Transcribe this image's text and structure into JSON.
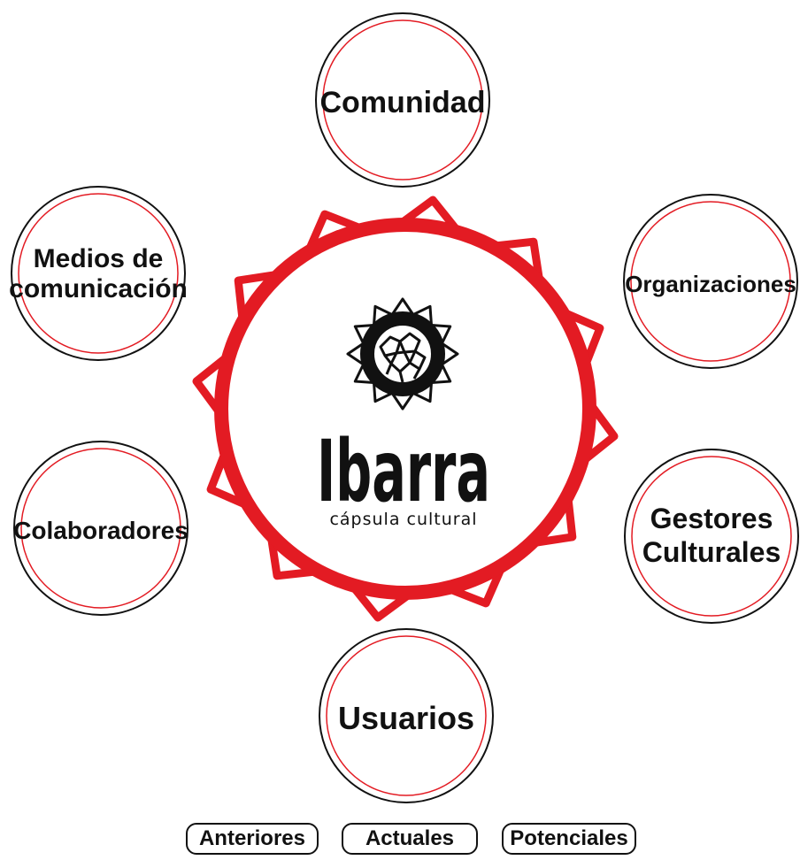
{
  "colors": {
    "accent": "#e31b23",
    "ink": "#111111",
    "background": "#ffffff"
  },
  "center": {
    "icon": "ibarra-logo-ball-icon",
    "title": "Ibarra",
    "subtitle": "cápsula cultural"
  },
  "nodes": {
    "top": "Comunidad",
    "upper_left_line1": "Medios de",
    "upper_left_line2": "comunicación",
    "upper_right": "Organizaciones",
    "lower_left": "Colaboradores",
    "lower_right_line1": "Gestores",
    "lower_right_line2": "Culturales",
    "bottom": "Usuarios"
  },
  "user_types": [
    "Anteriores",
    "Actuales",
    "Potenciales"
  ]
}
